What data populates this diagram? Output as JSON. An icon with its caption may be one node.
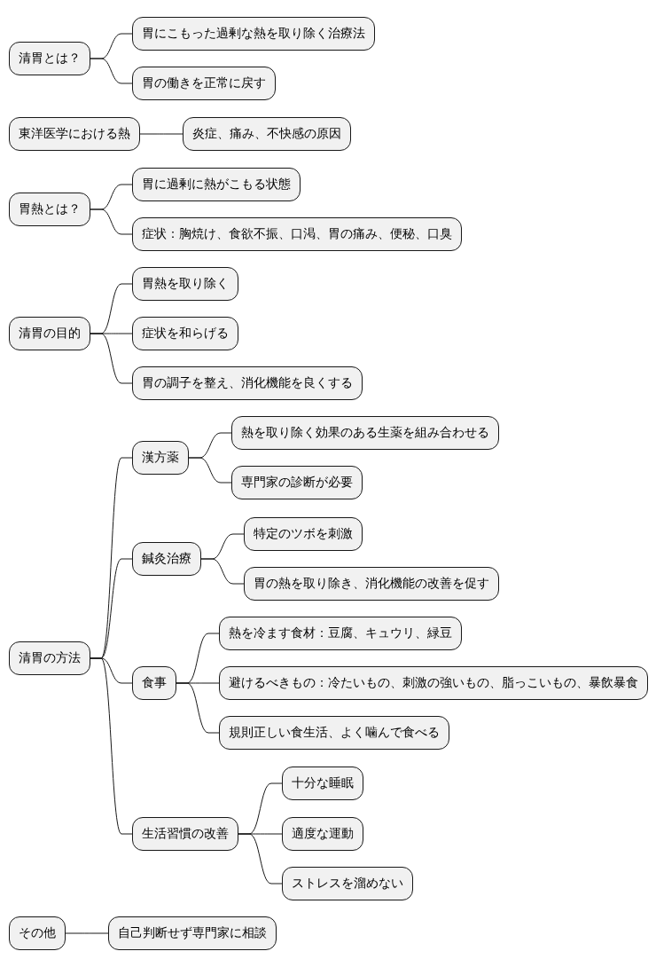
{
  "diagram": {
    "nodes": [
      {
        "text": [
          "清胃とは？"
        ]
      },
      {
        "text": [
          "胃にこもった過剰な熱を取り除く治療法"
        ]
      },
      {
        "text": [
          "胃の働きを正常に戻す"
        ]
      },
      {
        "text": [
          "東洋医学における熱"
        ]
      },
      {
        "text": [
          "炎症、痛み、不快感の原因"
        ]
      },
      {
        "text": [
          "胃熱とは？"
        ]
      },
      {
        "text": [
          "胃に過剰に熱がこもる状態"
        ]
      },
      {
        "text": [
          "症状：胸焼け、食欲不振、口渇、胃の痛み、便秘、口臭"
        ]
      },
      {
        "text": [
          "清胃の目的"
        ]
      },
      {
        "text": [
          "胃熱を取り除く"
        ]
      },
      {
        "text": [
          "症状を和らげる"
        ]
      },
      {
        "text": [
          "胃の調子を整え、消化機能を良くする"
        ]
      },
      {
        "text": [
          "清胃の方法"
        ]
      },
      {
        "text": [
          "漢方薬"
        ]
      },
      {
        "text": [
          "熱を取り除く効果のある生薬を組み合わせる"
        ]
      },
      {
        "text": [
          "専門家の診断が必要"
        ]
      },
      {
        "text": [
          "鍼灸治療"
        ]
      },
      {
        "text": [
          "特定のツボを刺激"
        ]
      },
      {
        "text": [
          "胃の熱を取り除き、消化機能の改善を促す"
        ]
      },
      {
        "text": [
          "食事"
        ]
      },
      {
        "text": [
          "熱を冷ます食材：豆腐、キュウリ、緑豆"
        ]
      },
      {
        "text": [
          "避けるべきもの：冷たいもの、刺激の強いもの、脂っこいもの、暴飲暴食"
        ]
      },
      {
        "text": [
          "規則正しい食生活、よく噛んで食べる"
        ]
      },
      {
        "text": [
          "生活習慣の改善"
        ]
      },
      {
        "text": [
          "十分な睡眠"
        ]
      },
      {
        "text": [
          "適度な運動"
        ]
      },
      {
        "text": [
          "ストレスを溜めない"
        ]
      },
      {
        "text": [
          "その他"
        ]
      },
      {
        "text": [
          "自己判断せず専門家に相談"
        ]
      }
    ],
    "edges": [
      {
        "from": 0,
        "to": 1,
        "arrow": "none"
      },
      {
        "from": 0,
        "to": 2,
        "arrow": "none"
      },
      {
        "from": 3,
        "to": 4,
        "arrow": "none"
      },
      {
        "from": 5,
        "to": 6,
        "arrow": "none"
      },
      {
        "from": 5,
        "to": 7,
        "arrow": "none"
      },
      {
        "from": 8,
        "to": 9,
        "arrow": "none"
      },
      {
        "from": 8,
        "to": 10,
        "arrow": "none"
      },
      {
        "from": 8,
        "to": 11,
        "arrow": "none"
      },
      {
        "from": 12,
        "to": 13,
        "arrow": "none"
      },
      {
        "from": 13,
        "to": 14,
        "arrow": "none"
      },
      {
        "from": 13,
        "to": 15,
        "arrow": "none"
      },
      {
        "from": 12,
        "to": 16,
        "arrow": "none"
      },
      {
        "from": 16,
        "to": 17,
        "arrow": "none"
      },
      {
        "from": 16,
        "to": 18,
        "arrow": "none"
      },
      {
        "from": 12,
        "to": 19,
        "arrow": "none"
      },
      {
        "from": 19,
        "to": 20,
        "arrow": "none"
      },
      {
        "from": 19,
        "to": 21,
        "arrow": "none"
      },
      {
        "from": 19,
        "to": 22,
        "arrow": "none"
      },
      {
        "from": 12,
        "to": 23,
        "arrow": "none"
      },
      {
        "from": 23,
        "to": 24,
        "arrow": "none"
      },
      {
        "from": 23,
        "to": 25,
        "arrow": "none"
      },
      {
        "from": 23,
        "to": 26,
        "arrow": "none"
      },
      {
        "from": 27,
        "to": 28,
        "arrow": "none"
      }
    ]
  }
}
